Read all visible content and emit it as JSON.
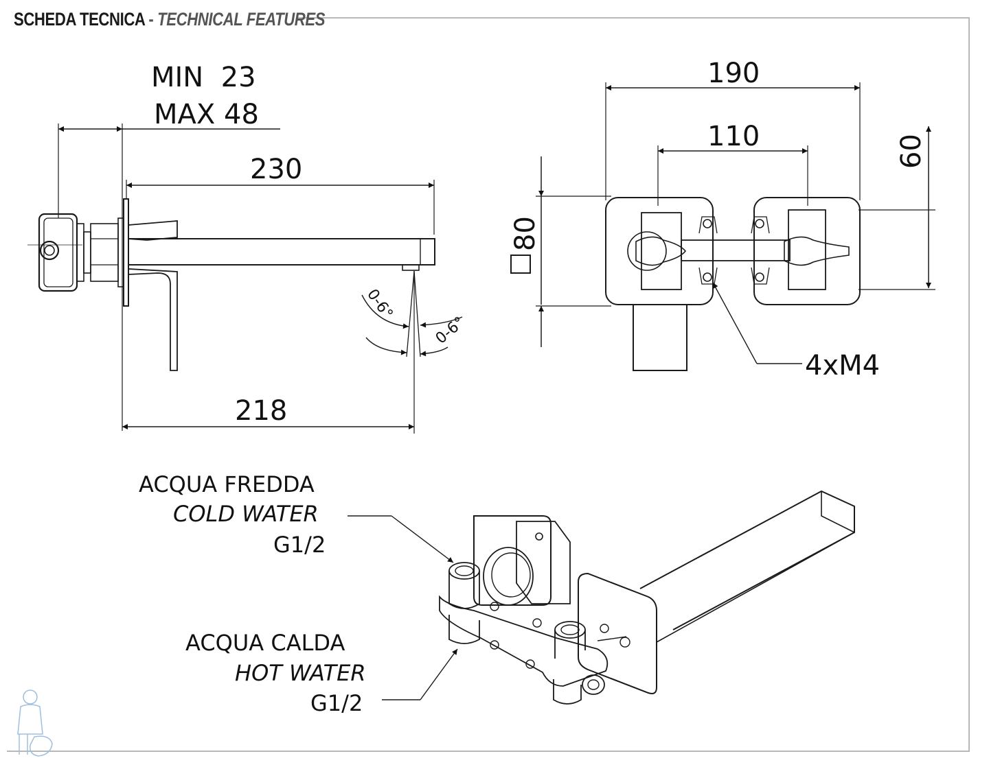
{
  "header": {
    "title_main": "SCHEDA TECNICA",
    "separator": "-",
    "title_en": "TECHNICAL FEATURES"
  },
  "side_view": {
    "depth_min": "MIN  23",
    "depth_max": "MAX 48",
    "spout_length": "230",
    "spout_reach": "218",
    "angle_1": "0-6°",
    "angle_2": "0-6°"
  },
  "front_view": {
    "width_total": "190",
    "width_centers": "110",
    "height_plate": "60",
    "square_label": "80",
    "screws": "4xM4"
  },
  "iso_view": {
    "cold_it": "ACQUA FREDDA",
    "cold_en": "COLD WATER",
    "cold_size": "G1/2",
    "hot_it": "ACQUA CALDA",
    "hot_en": "HOT WATER",
    "hot_size": "G1/2"
  },
  "colors": {
    "line": "#1a1a1a",
    "frame": "#b8b8b8",
    "shade": "#e6e6e6"
  }
}
